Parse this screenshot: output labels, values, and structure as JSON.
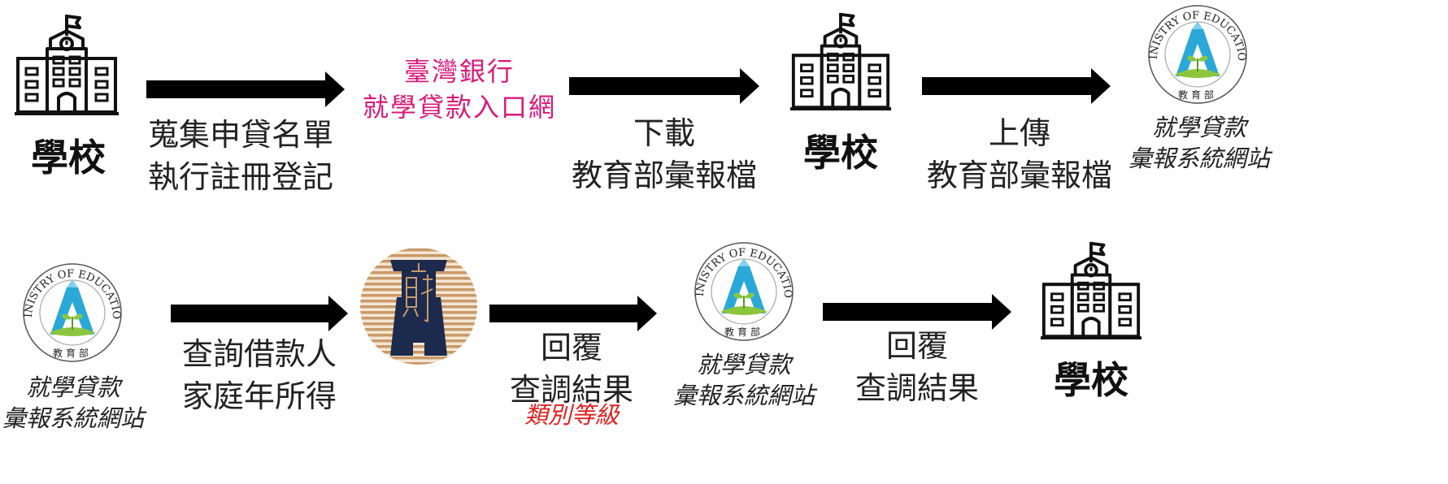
{
  "colors": {
    "arrow": "#000000",
    "bank_text": "#d81b7a",
    "red_note": "#e0201e",
    "moe_blue": "#2aa8d8",
    "moe_green": "#8cc63f",
    "fiscal_navy": "#1c2a4d",
    "fiscal_stripe": "#c89a6a"
  },
  "row1": {
    "school_start": {
      "icon": "school-building-icon",
      "label": "學校"
    },
    "step1": {
      "line1": "蒐集申貸名單",
      "line2": "執行註冊登記"
    },
    "bank": {
      "line1": "臺灣銀行",
      "line2": "就學貸款入口網"
    },
    "step2": {
      "line1": "下載",
      "line2": "教育部彙報檔"
    },
    "school_mid": {
      "icon": "school-building-icon",
      "label": "學校"
    },
    "step3": {
      "line1": "上傳",
      "line2": "教育部彙報檔"
    },
    "moe": {
      "icon": "ministry-of-education-logo",
      "logo_text": "MINISTRY OF EDUCATION",
      "logo_sub": "教育部",
      "line1": "就學貸款",
      "line2": "彙報系統網站"
    }
  },
  "row2": {
    "moe_start": {
      "icon": "ministry-of-education-logo",
      "logo_text": "MINISTRY OF EDUCATION",
      "logo_sub": "教育部",
      "line1": "就學貸款",
      "line2": "彙報系統網站"
    },
    "step4": {
      "line1": "查詢借款人",
      "line2": "家庭年所得"
    },
    "fiscal": {
      "icon": "fiscal-information-agency-logo"
    },
    "step5": {
      "line1": "回覆",
      "line2": "查調結果",
      "note": "類別等級"
    },
    "moe_mid": {
      "icon": "ministry-of-education-logo",
      "logo_text": "MINISTRY OF EDUCATION",
      "logo_sub": "教育部",
      "line1": "就學貸款",
      "line2": "彙報系統網站"
    },
    "step6": {
      "line1": "回覆",
      "line2": "查調結果"
    },
    "school_end": {
      "icon": "school-building-icon",
      "label": "學校"
    }
  }
}
